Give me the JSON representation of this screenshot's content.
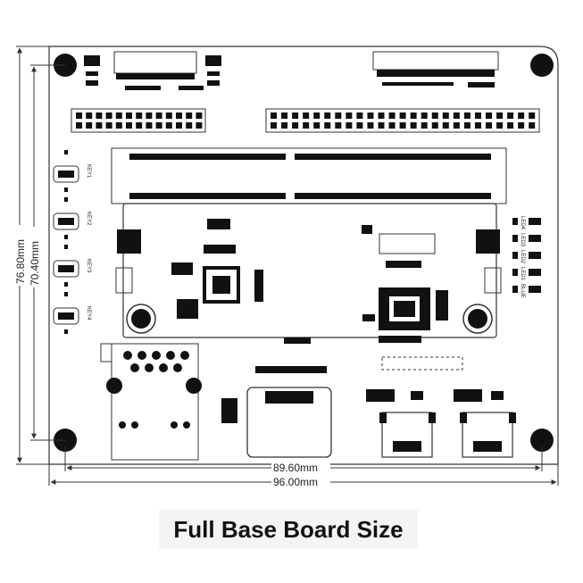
{
  "caption": "Full Base Board Size",
  "dimensions": {
    "height_outer": "76.80mm",
    "height_inner": "70.40mm",
    "width_inner": "89.60mm",
    "width_outer": "96.00mm"
  },
  "keys": [
    "KEY1",
    "KEY2",
    "KEY3",
    "KEY4"
  ],
  "leds": [
    "LED4",
    "LED3",
    "LED2",
    "LED1",
    "BLUE"
  ],
  "colors": {
    "ink": "#111111",
    "line": "#333333",
    "background": "#ffffff"
  }
}
